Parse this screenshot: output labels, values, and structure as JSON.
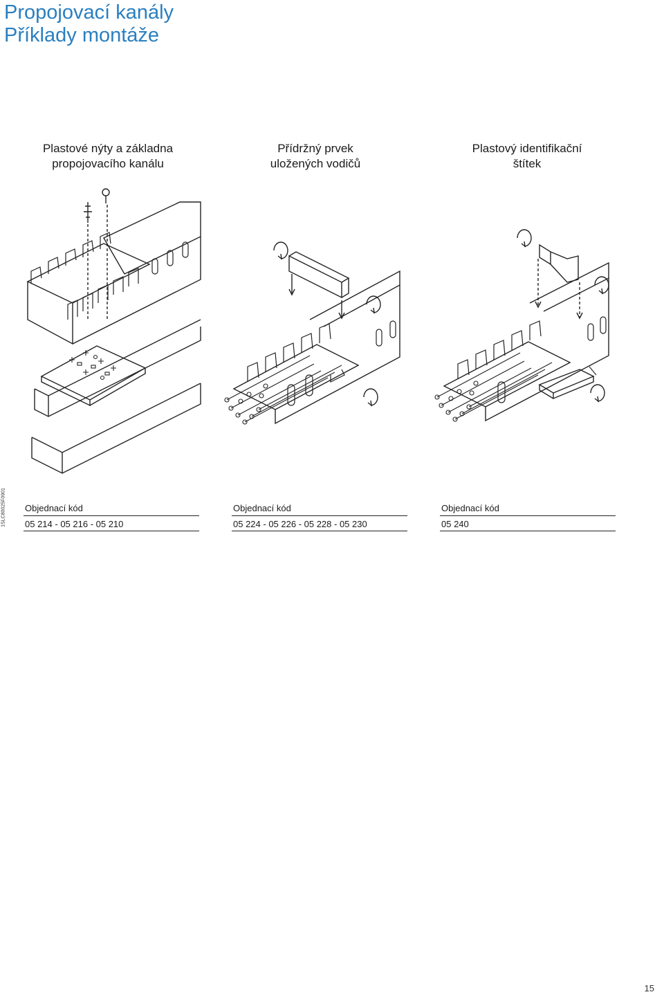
{
  "title": {
    "line1": "Propojovací kanály",
    "line2": "Příklady montáže"
  },
  "colors": {
    "title": "#2a7fc0",
    "text": "#1a1a1a",
    "line": "#222222"
  },
  "side_code": "1SLC80025F0901",
  "columns": [
    {
      "caption_line1": "Plastové nýty a základna",
      "caption_line2": "propojovacího kanálu",
      "illustration": "rivets-and-base-duct",
      "order_heading": "Objednací kód",
      "order_codes": "05 214 - 05 216 - 05 210"
    },
    {
      "caption_line1": "Přídržný prvek",
      "caption_line2": "uložených vodičů",
      "illustration": "wire-retainer-duct",
      "order_heading": "Objednací kód",
      "order_codes": "05 224 - 05 226 - 05 228 - 05 230"
    },
    {
      "caption_line1": "Plastový identifikační",
      "caption_line2": "štítek",
      "illustration": "identification-label-duct",
      "order_heading": "Objednací kód",
      "order_codes": "05 240"
    }
  ],
  "page_number": "15"
}
